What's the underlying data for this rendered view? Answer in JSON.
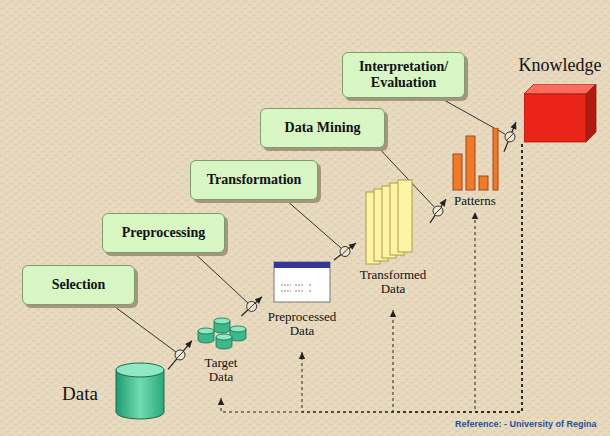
{
  "diagram": {
    "nodes": [
      {
        "text": [
          "Selection"
        ]
      },
      {
        "text": [
          "Preprocessing"
        ]
      },
      {
        "text": [
          "Transformation"
        ]
      },
      {
        "text": [
          "Data Mining"
        ]
      },
      {
        "text": [
          "Interpretation/ Evaluation"
        ]
      },
      {
        "text": [
          "Data"
        ]
      },
      {
        "text": [
          "Target Data"
        ]
      },
      {
        "text": [
          "Preprocessed Data"
        ]
      },
      {
        "text": [
          "Transformed Data"
        ]
      },
      {
        "text": [
          "Patterns"
        ]
      },
      {
        "text": [
          "Knowledge"
        ]
      }
    ],
    "edges": [
      {
        "from": 5,
        "to": 6,
        "arrow": "to"
      },
      {
        "from": 6,
        "to": 7,
        "arrow": "to"
      },
      {
        "from": 7,
        "to": 8,
        "arrow": "to"
      },
      {
        "from": 8,
        "to": 9,
        "arrow": "to"
      },
      {
        "from": 9,
        "to": 10,
        "arrow": "to"
      },
      {
        "from": 10,
        "to": 6,
        "arrow": "to"
      },
      {
        "from": 10,
        "to": 7,
        "arrow": "to"
      },
      {
        "from": 10,
        "to": 8,
        "arrow": "to"
      },
      {
        "from": 10,
        "to": 9,
        "arrow": "to"
      }
    ],
    "labels": [
      "Reference: - University of Regina"
    ]
  }
}
